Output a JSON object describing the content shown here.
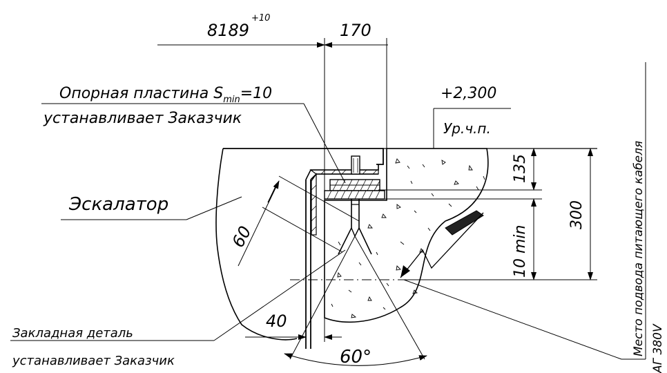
{
  "dimensions": {
    "dim_8189": "8189",
    "dim_8189_tol": "+10",
    "dim_170": "170",
    "dim_135": "135",
    "dim_300": "300",
    "dim_10min": "10 min",
    "dim_60": "60",
    "dim_40": "40",
    "dim_angle": "60°"
  },
  "labels": {
    "support_plate_prefix": "Опорная пластина S",
    "support_plate_sub": "min",
    "support_plate_suffix": "=10",
    "customer_installs_1": "устанавливает Заказчик",
    "level_value": "+2,300",
    "level_label": "Ур.ч.п.",
    "escalator": "Эскалатор",
    "embedded_part": "Закладная деталь",
    "customer_installs_2": "устанавливает Заказчик",
    "cable_entry": "Место подвода питающего кабеля",
    "cable_spec": "АГ 380V"
  }
}
